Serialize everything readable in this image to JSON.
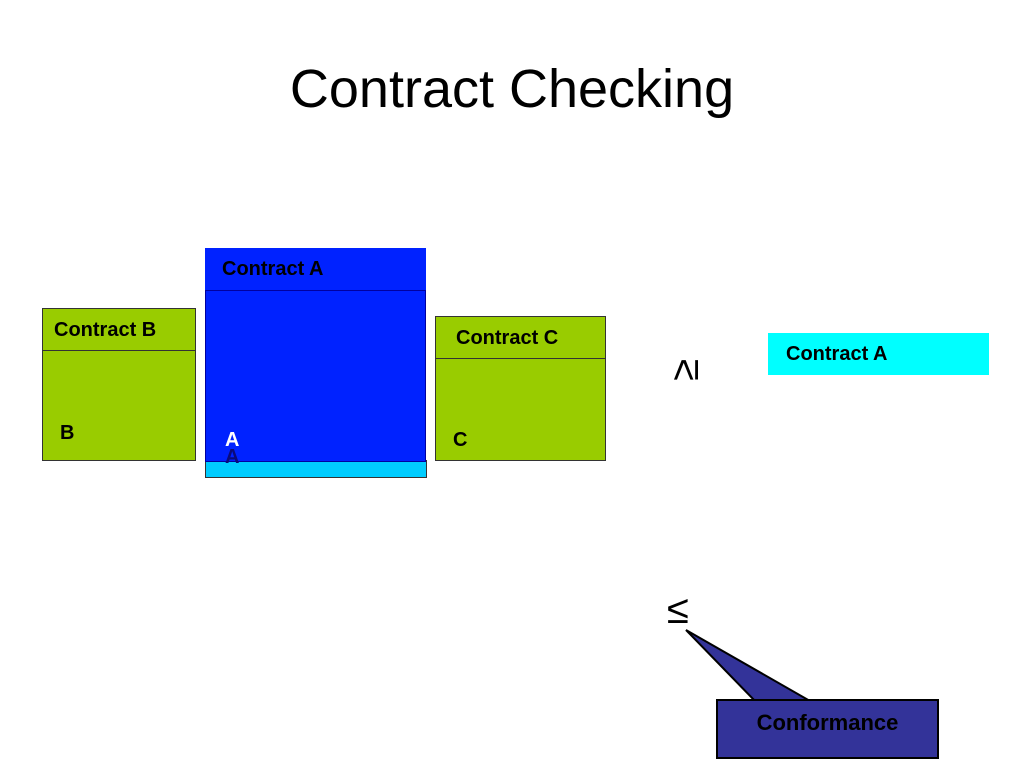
{
  "title": "Contract Checking",
  "contract_a": {
    "header": "Contract A",
    "label": "A",
    "sub_label": "A"
  },
  "contract_b": {
    "header": "Contract B",
    "label": "B"
  },
  "contract_c": {
    "header": "Contract C",
    "label": "C"
  },
  "contract_a_right": {
    "header": "Contract A"
  },
  "relations": {
    "leq_top": "≤",
    "leq_bottom": "≤"
  },
  "callout": {
    "label": "Conformance"
  },
  "colors": {
    "blue": "#0022ff",
    "green": "#99cc00",
    "cyan": "#00ffff",
    "strip": "#00ccff",
    "callout": "#333399"
  }
}
